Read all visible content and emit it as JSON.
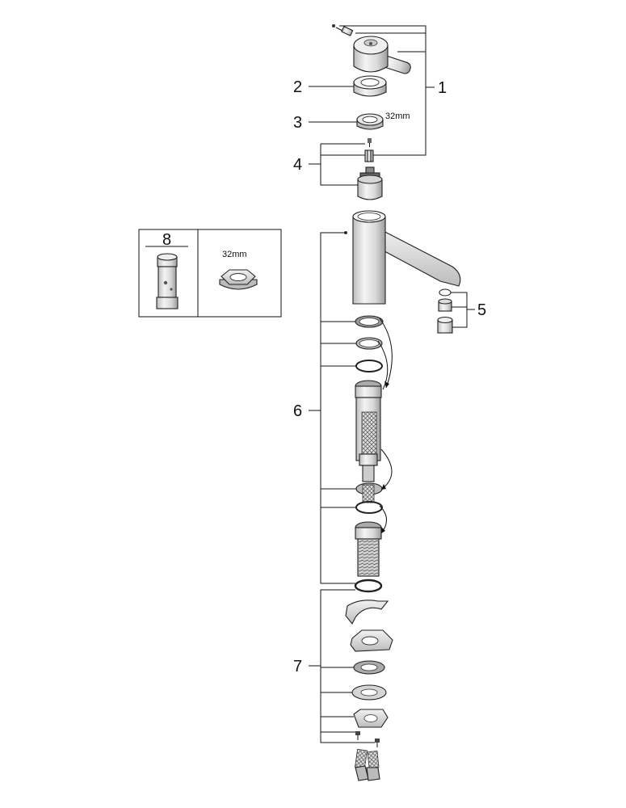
{
  "callouts": {
    "c1": "1",
    "c2": "2",
    "c3": "3",
    "c4": "4",
    "c5": "5",
    "c6": "6",
    "c7": "7",
    "c8": "8"
  },
  "labels": {
    "nut_size_main": "32mm",
    "nut_size_inset": "32mm"
  },
  "colors": {
    "line": "#111111",
    "part_fill": "#e6e6e6",
    "part_dark": "#9a9a9a",
    "background": "#ffffff"
  }
}
